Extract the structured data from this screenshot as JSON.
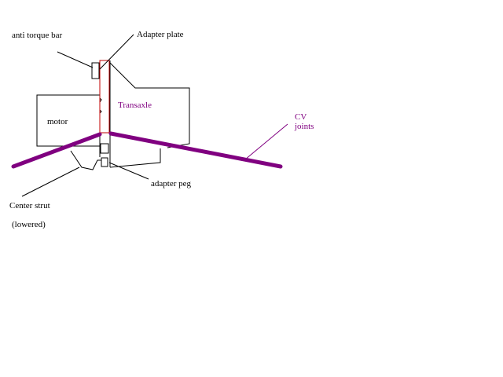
{
  "labels": {
    "anti_torque_bar": "anti torque bar",
    "adapter_plate": "Adapter plate",
    "transaxle": "Transaxle",
    "motor": "motor",
    "cv_joints_line1": "CV",
    "cv_joints_line2": "joints",
    "adapter_peg": "adapter peg",
    "center_strut": "Center strut",
    "lowered": "(lowered)"
  },
  "colors": {
    "outline": "#000000",
    "axle": "#800080",
    "adapter_plate": "#c00000",
    "purple_text": "#800080",
    "background": "#ffffff"
  }
}
